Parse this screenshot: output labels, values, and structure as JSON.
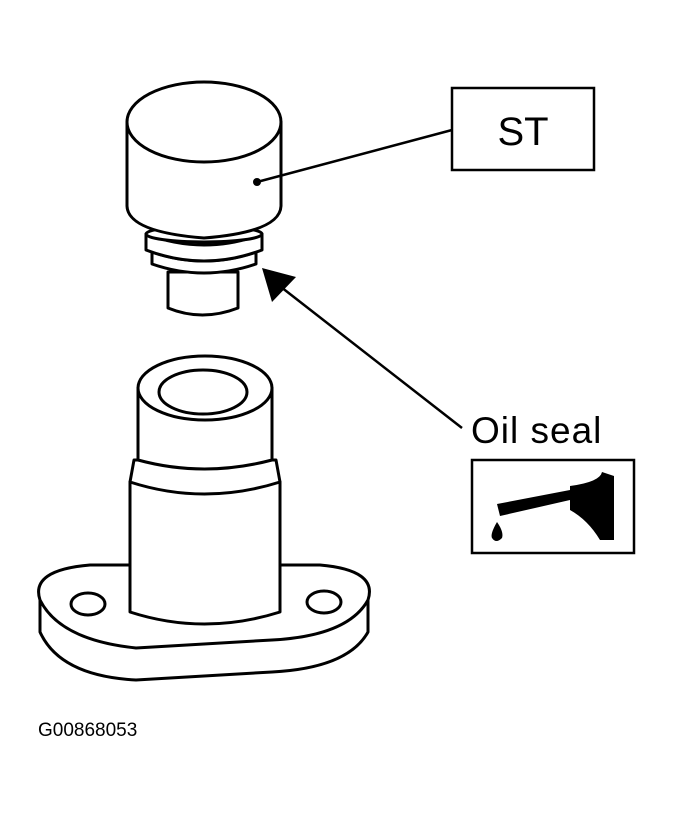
{
  "figure": {
    "callouts": {
      "special_tool": "ST",
      "oil_seal": "Oil seal"
    },
    "figure_id": "G00868053",
    "icons": {
      "tool": "special-tool-icon",
      "housing": "seal-housing-icon",
      "lubricant": "oil-can-icon"
    },
    "colors": {
      "line": "#000000",
      "background": "#ffffff"
    }
  }
}
